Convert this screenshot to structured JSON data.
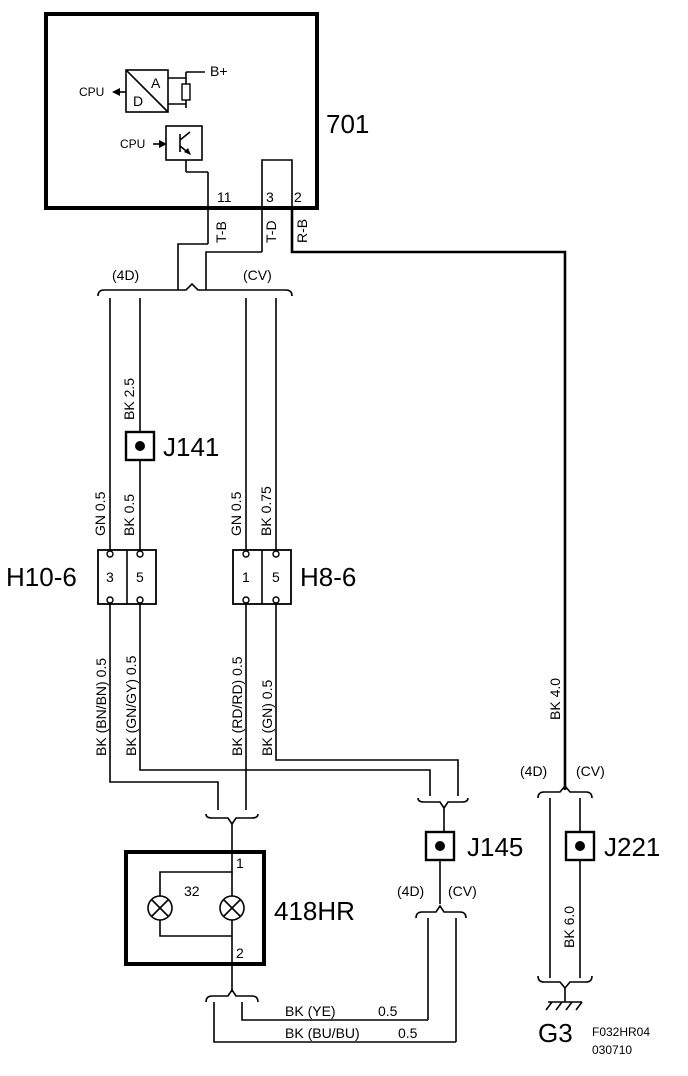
{
  "components": {
    "ecu": "701",
    "ecu_b_plus": "B+",
    "ecu_cpu_out": "CPU",
    "ecu_cpu_in": "CPU",
    "ecu_adc_a": "A",
    "ecu_adc_d": "D",
    "ecu_pin_11": "11",
    "ecu_pin_3": "3",
    "ecu_pin_2": "2",
    "lamp": "418HR",
    "lamp_rating": "32",
    "lamp_pin_1": "1",
    "lamp_pin_2": "2",
    "ground": "G3"
  },
  "connectors": {
    "h10": {
      "name": "H10-6",
      "pin_a": "3",
      "pin_b": "5"
    },
    "h8": {
      "name": "H8-6",
      "pin_a": "1",
      "pin_b": "5"
    }
  },
  "splices": {
    "j141": "J141",
    "j145": "J145",
    "j221": "J221"
  },
  "wires": {
    "ecu_11": "T-B",
    "ecu_3": "T-D",
    "ecu_2": "R-B",
    "a_top": "BK  2.5",
    "a_gn": "GN  0.5",
    "a_bk": "BK  0.5",
    "b_gn": "GN  0.5",
    "b_bk": "BK  0.75",
    "c1": "BK (BN/BN)  0.5",
    "c2": "BK (GN/GY)  0.5",
    "c3": "BK (RD/RD)  0.5",
    "c4": "BK (GN)  0.5",
    "r_top": "BK  4.0",
    "r_bot": "BK  6.0",
    "ye": "BK   (YE)",
    "ye_size": "0.5",
    "bu": "BK  (BU/BU)",
    "bu_size": "0.5"
  },
  "variants": {
    "top_4d": "(4D)",
    "top_cv": "(CV)",
    "right_4d": "(4D)",
    "right_cv": "(CV)",
    "j145_4d": "(4D)",
    "j145_cv": "(CV)"
  },
  "footer": {
    "figure_id": "F032HR04",
    "date": "030710"
  }
}
